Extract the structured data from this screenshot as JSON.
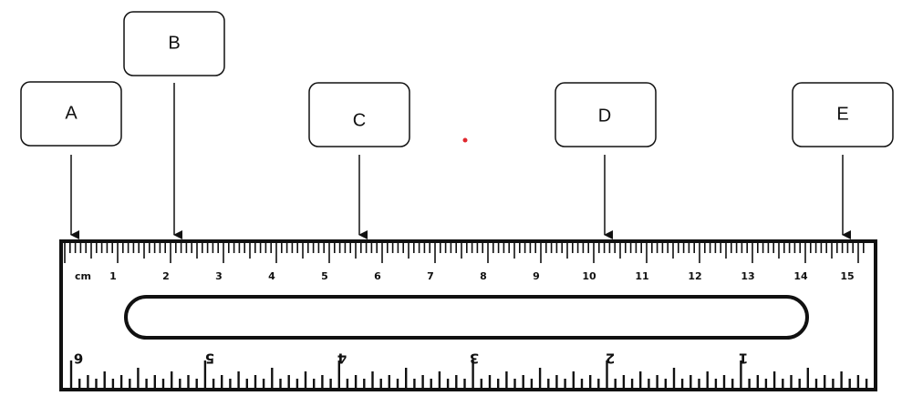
{
  "labels": [
    "A",
    "B",
    "C",
    "D",
    "E"
  ],
  "ruler": {
    "cm_unit": "cm",
    "cm_numbers": [
      "1",
      "2",
      "3",
      "4",
      "5",
      "6",
      "7",
      "8",
      "9",
      "10",
      "11",
      "12",
      "13",
      "14",
      "15"
    ],
    "inch_numbers": [
      "6",
      "5",
      "4",
      "3",
      "2",
      "1"
    ]
  },
  "colors": {
    "stroke": "#111111",
    "dot": "#e0282e",
    "background": "#ffffff"
  }
}
